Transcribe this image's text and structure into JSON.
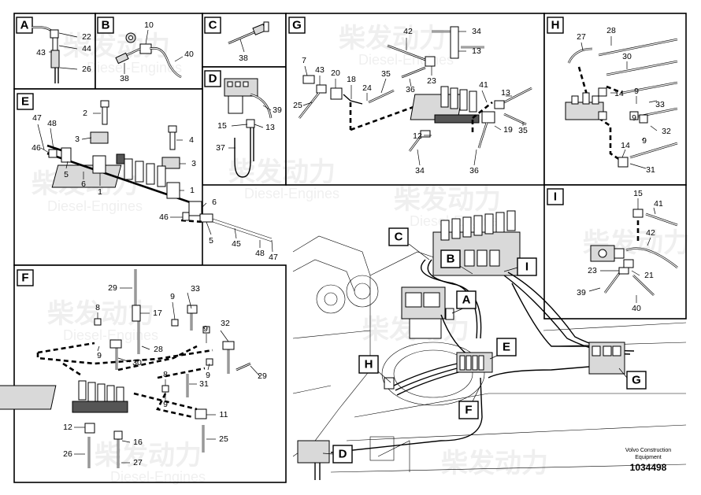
{
  "panels": {
    "A": {
      "letter": "A",
      "callouts": [
        "22",
        "44",
        "43",
        "26"
      ]
    },
    "B": {
      "letter": "B",
      "callouts": [
        "10",
        "40",
        "38"
      ]
    },
    "C": {
      "letter": "C",
      "callouts": [
        "38"
      ]
    },
    "D": {
      "letter": "D",
      "callouts": [
        "39",
        "15",
        "13",
        "37"
      ]
    },
    "E": {
      "letter": "E",
      "callouts": [
        "2",
        "47",
        "48",
        "46",
        "3",
        "4",
        "3",
        "5",
        "6",
        "1",
        "1",
        "6",
        "46",
        "5",
        "45",
        "48",
        "47"
      ]
    },
    "F": {
      "letter": "F",
      "callouts": [
        "29",
        "33",
        "8",
        "17",
        "9",
        "9",
        "32",
        "9",
        "28",
        "9",
        "30",
        "29",
        "8",
        "31",
        "9",
        "11",
        "12",
        "16",
        "25",
        "26",
        "27"
      ]
    },
    "G": {
      "letter": "G",
      "callouts": [
        "42",
        "34",
        "13",
        "7",
        "43",
        "20",
        "18",
        "35",
        "24",
        "23",
        "36",
        "25",
        "41",
        "13",
        "19",
        "35",
        "12",
        "34",
        "36"
      ]
    },
    "H": {
      "letter": "H",
      "callouts": [
        "27",
        "28",
        "30",
        "14",
        "9",
        "33",
        "9",
        "32",
        "14",
        "9",
        "31"
      ]
    },
    "I": {
      "letter": "I",
      "callouts": [
        "15",
        "41",
        "42",
        "23",
        "21",
        "39",
        "40"
      ]
    }
  },
  "overview": {
    "labels": [
      "C",
      "B",
      "I",
      "A",
      "E",
      "H",
      "G",
      "F",
      "D"
    ]
  },
  "footer": {
    "line1": "Volvo Construction",
    "line2": "Equipment",
    "part_number": "1034498"
  },
  "watermark": {
    "brand_cn": "柴发动力",
    "brand_en": "Diesel-Engines"
  }
}
